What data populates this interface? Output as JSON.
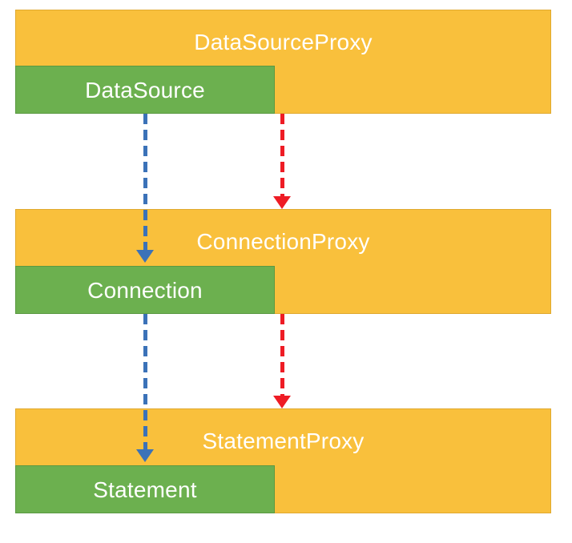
{
  "diagram": {
    "title": "DataSourceProxy / ConnectionProxy / StatementProxy layering",
    "colors": {
      "proxy_fill": "#f9c03c",
      "proxy_border": "#e0a92f",
      "inner_fill": "#6cb04f",
      "inner_border": "#5a9942",
      "label_text": "#ffffff",
      "blue_arrow": "#3b72b8",
      "red_arrow": "#ee1c25",
      "background": "#ffffff"
    },
    "blocks": [
      {
        "proxy_label": "DataSourceProxy",
        "inner_label": "DataSource"
      },
      {
        "proxy_label": "ConnectionProxy",
        "inner_label": "Connection"
      },
      {
        "proxy_label": "StatementProxy",
        "inner_label": "Statement"
      }
    ],
    "arrows": [
      {
        "name": "datasource-to-connection-delegate",
        "color": "#3b72b8",
        "style": "dashed",
        "from": "DataSource",
        "to": "Connection"
      },
      {
        "name": "datasourceproxy-to-connectionproxy-creates",
        "color": "#ee1c25",
        "style": "dashed",
        "from": "DataSourceProxy",
        "to": "ConnectionProxy"
      },
      {
        "name": "connection-to-statement-delegate",
        "color": "#3b72b8",
        "style": "dashed",
        "from": "Connection",
        "to": "Statement"
      },
      {
        "name": "connectionproxy-to-statementproxy-creates",
        "color": "#ee1c25",
        "style": "dashed",
        "from": "ConnectionProxy",
        "to": "StatementProxy"
      }
    ]
  }
}
